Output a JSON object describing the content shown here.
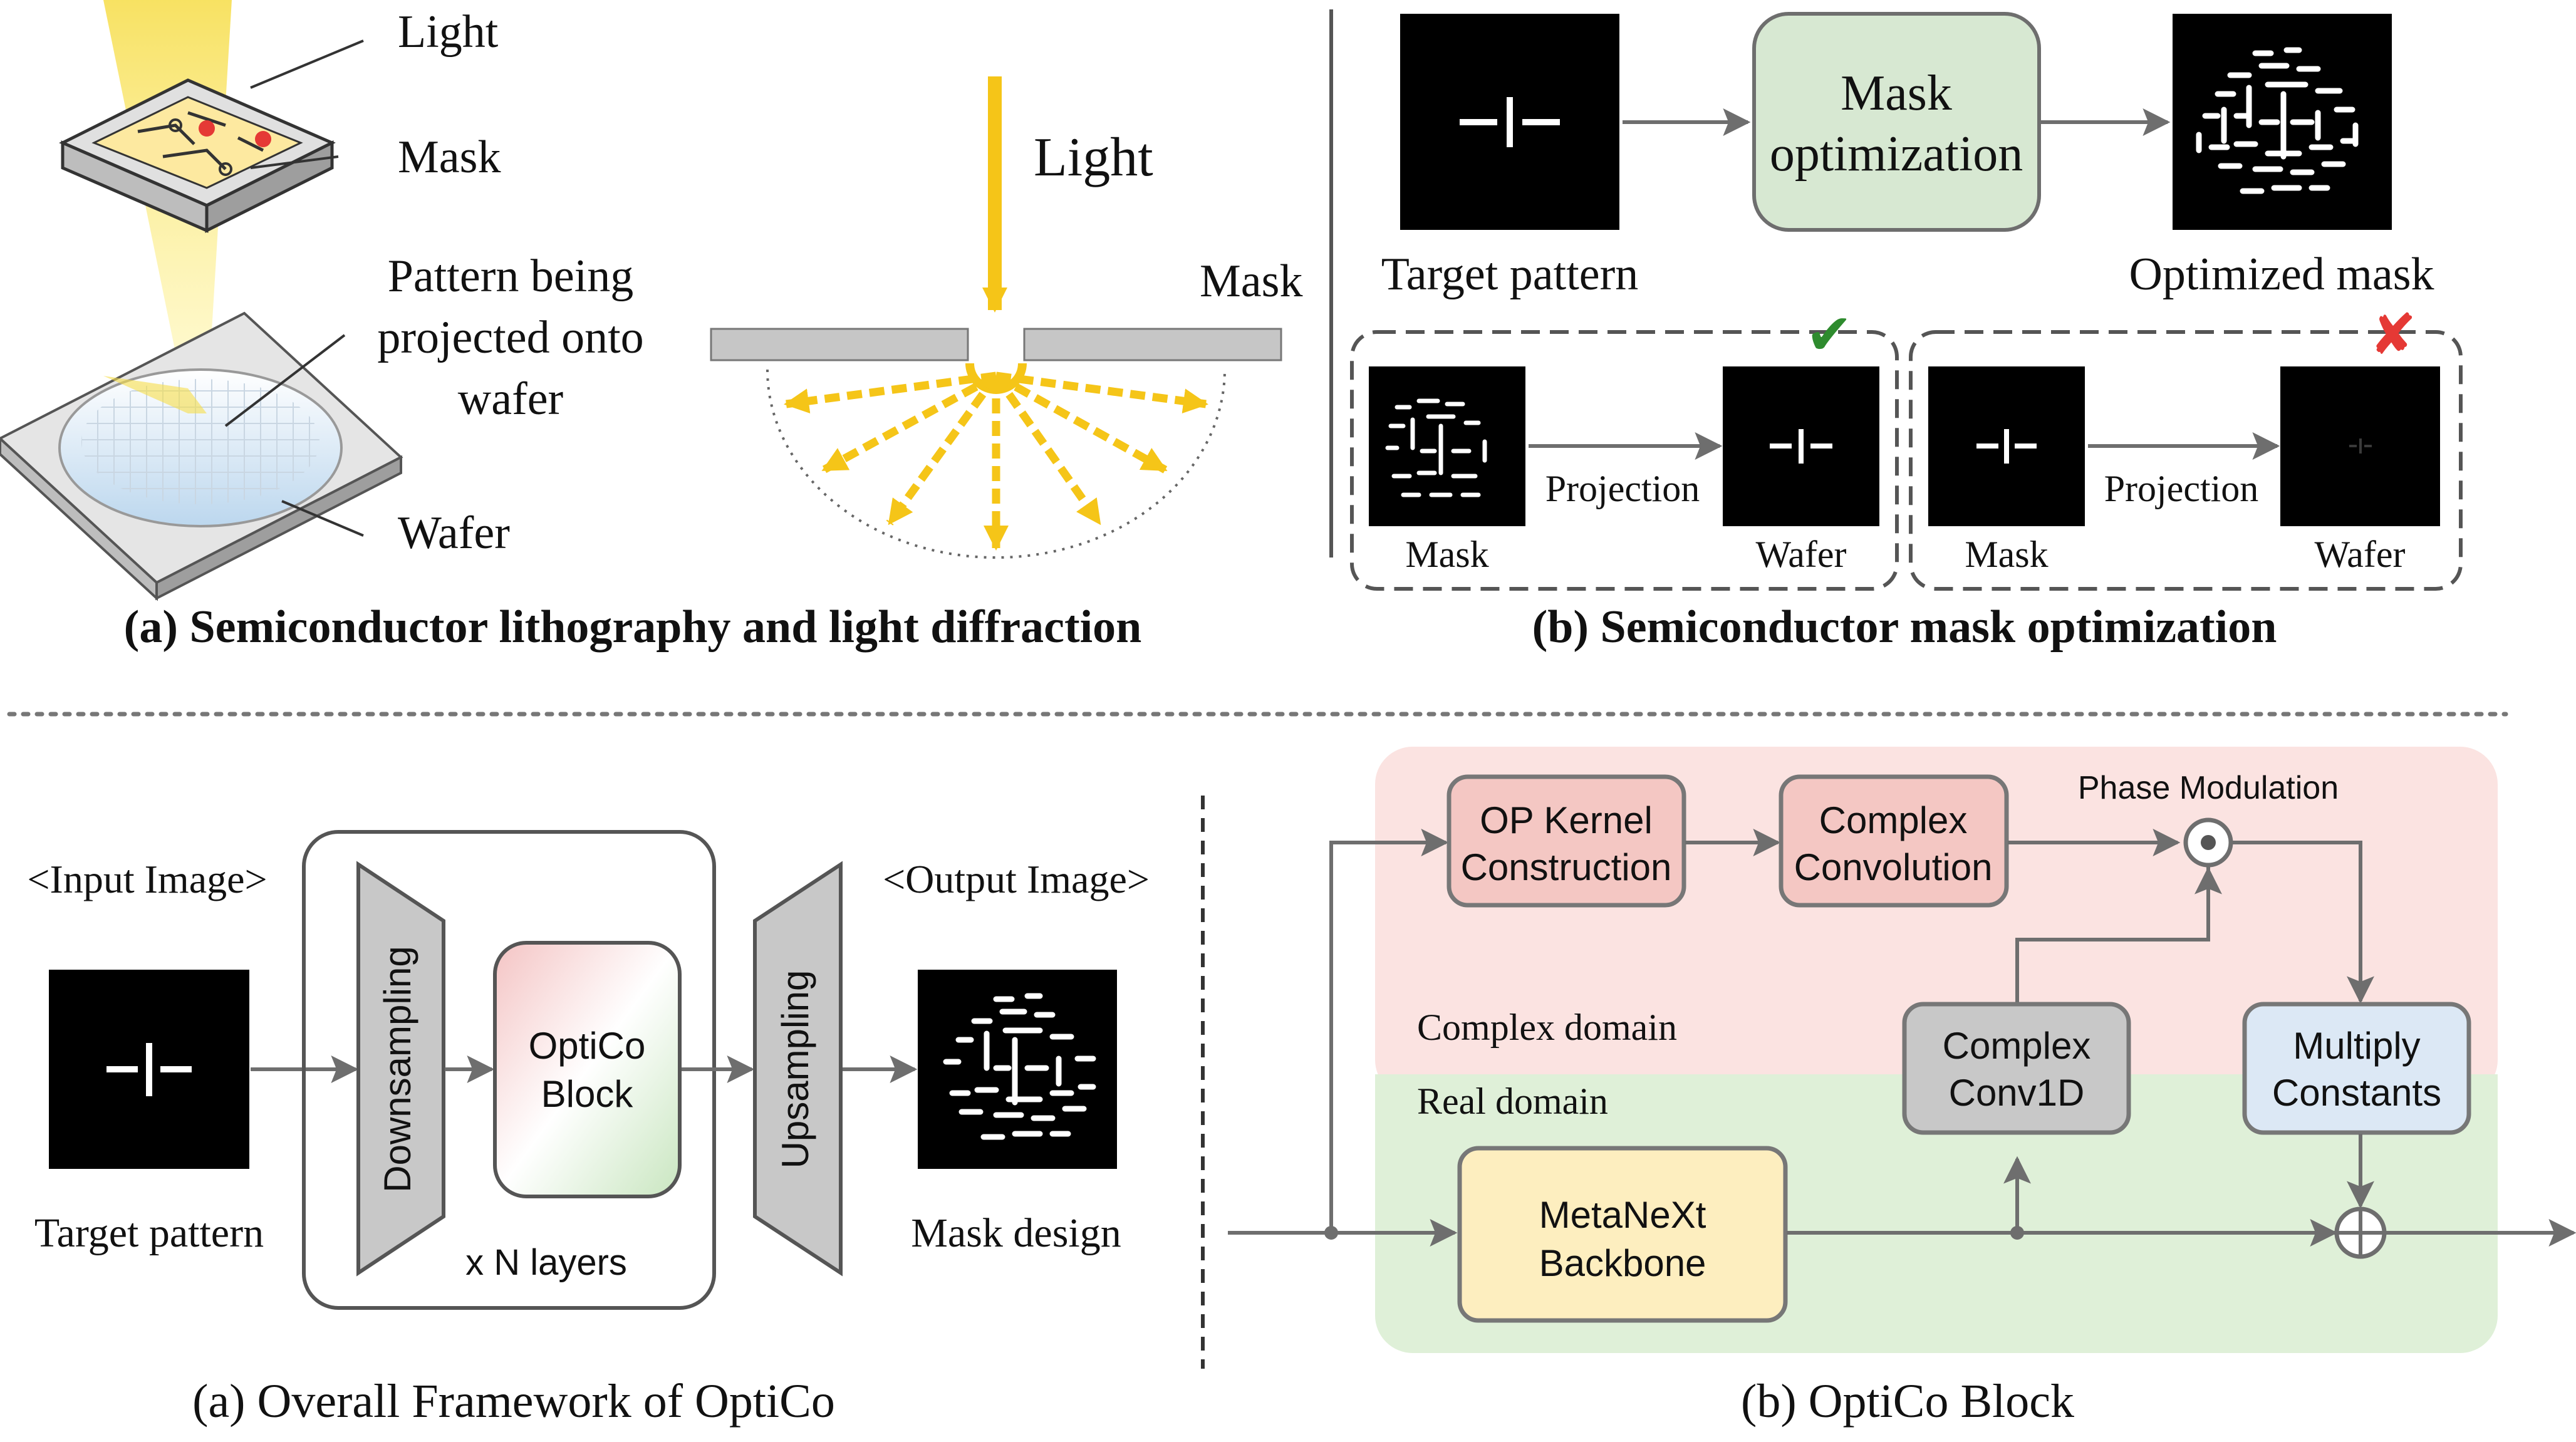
{
  "top": {
    "panel_a": {
      "light_label": "Light",
      "mask_label": "Mask",
      "pattern_label": [
        "Pattern being",
        "projected onto",
        "wafer"
      ],
      "wafer_label": "Wafer",
      "diffraction_light_label": "Light",
      "diffraction_mask_label": "Mask",
      "caption": "(a) Semiconductor lithography and light diffraction"
    },
    "panel_b": {
      "target_label": "Target pattern",
      "opt_box": [
        "Mask",
        "optimization"
      ],
      "optimized_label": "Optimized mask",
      "good_example": {
        "mask": "Mask",
        "wafer": "Wafer",
        "arrow": "Projection",
        "mark": "✔"
      },
      "bad_example": {
        "mask": "Mask",
        "wafer": "Wafer",
        "arrow": "Projection",
        "mark": "✘"
      },
      "caption": "(b) Semiconductor mask optimization"
    }
  },
  "bottom": {
    "panel_a": {
      "input_label": "<Input Image>",
      "output_label": "<Output Image>",
      "downsampling": "Downsampling",
      "block": [
        "OptiCo",
        "Block"
      ],
      "layers": "x N layers",
      "upsampling": "Upsampling",
      "target_label": "Target pattern",
      "mask_label": "Mask design",
      "caption": "(a) Overall Framework of OptiCo"
    },
    "panel_b": {
      "op_kernel": [
        "OP Kernel",
        "Construction"
      ],
      "complex_conv": [
        "Complex",
        "Convolution"
      ],
      "phase_mod": "Phase Modulation",
      "complex_domain": "Complex domain",
      "real_domain": "Real domain",
      "conv1d": [
        "Complex",
        "Conv1D"
      ],
      "multiply": [
        "Multiply",
        "Constants"
      ],
      "metanext": [
        "MetaNeXt",
        "Backbone"
      ],
      "caption": "(b) OptiCo Block"
    }
  },
  "colors": {
    "gray_box": "#c8c8c8",
    "arrow_gray": "#6e6e6e",
    "pink_region": "#fbe3e1",
    "green_region": "#dff0d8",
    "pink_box": "#f4c7c3",
    "pink_stroke": "#c0504d",
    "yellow_box": "#fdeebf",
    "blue_box": "#dce8f5",
    "green_box": "#d7e8d2",
    "light_yellow": "#f5c518",
    "check_green": "#2e8b2e",
    "cross_red": "#e53935"
  }
}
